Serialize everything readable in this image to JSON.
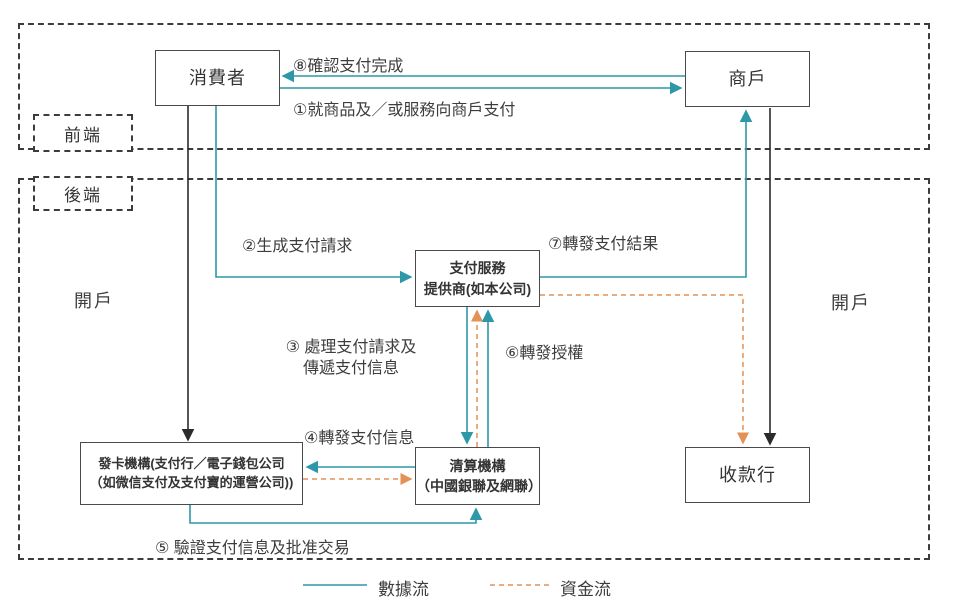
{
  "diagram": {
    "regions": {
      "front_end": "前端",
      "back_end": "後端"
    },
    "nodes": {
      "consumer": "消費者",
      "merchant": "商戶",
      "psp": {
        "line1": "支付服務",
        "line2": "提供商(如本公司)"
      },
      "issuer": {
        "line1": "發卡機構(支付行／電子錢包公司",
        "line2": "（如微信支付及支付寶的運營公司))"
      },
      "clearing": {
        "line1": "清算機構",
        "line2": "（中國銀聯及網聯）"
      },
      "acquirer": "收款行"
    },
    "edge_labels": {
      "step8": "⑧確認支付完成",
      "step1": "①就商品及／或服務向商戶支付",
      "step2": "②生成支付請求",
      "step7": "⑦轉發支付結果",
      "step3": {
        "line1": "③ 處理支付請求及",
        "line2": "傳遞支付信息"
      },
      "step6": "⑥轉發授權",
      "step4": "④轉發支付信息",
      "step5": "⑤ 驗證支付信息及批准交易",
      "open_account_left": "開戶",
      "open_account_right": "開戶"
    },
    "legend": {
      "data_flow": "數據流",
      "funds_flow": "資金流"
    },
    "colors": {
      "data_flow": "#2e98a8",
      "funds_flow": "#e39256",
      "neutral_line": "#333333"
    }
  }
}
